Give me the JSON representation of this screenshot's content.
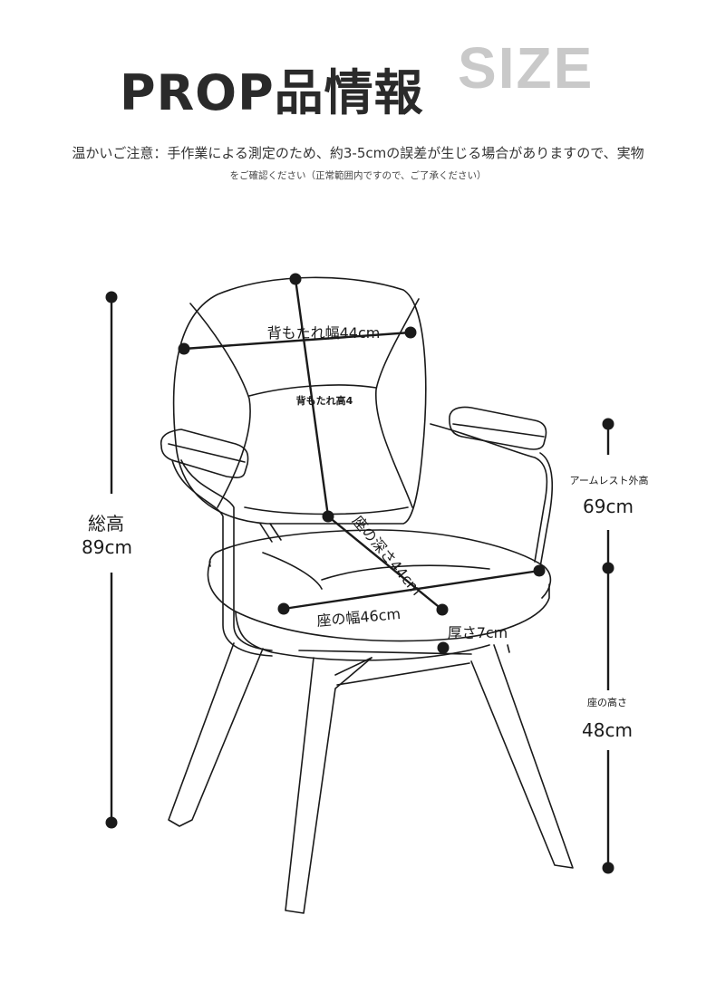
{
  "header": {
    "title": "PROP品情報",
    "size_word": "SIZE"
  },
  "notice": {
    "line1": "温かいご注意：手作業による測定のため、約3-5cmの誤差が生じる場合がありますので、実物",
    "line2": "をご確認ください（正常範囲内ですので、ご了承ください）"
  },
  "dimensions": {
    "total_height_label": "総高",
    "total_height_value": "89cm",
    "back_width": "背もたれ幅44cm",
    "back_height": "背もたれ高4",
    "seat_depth": "座の深さ44cm",
    "seat_width": "座の幅46cm",
    "thickness": "厚さ7cm",
    "armrest_height_label": "アームレスト外高",
    "armrest_height_value": "69cm",
    "seat_height_label": "座の高さ",
    "seat_height_value": "48cm"
  },
  "colors": {
    "line": "#1a1a1a",
    "size_word": "#c9c9c9"
  }
}
